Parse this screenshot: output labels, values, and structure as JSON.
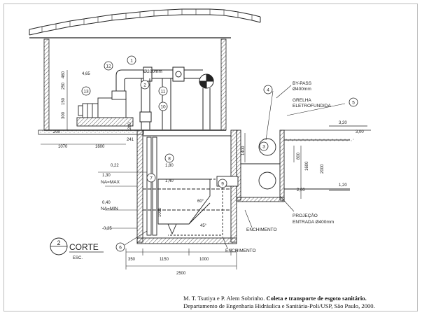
{
  "title": {
    "number": "2",
    "word": "CORTE",
    "sub": "ESC."
  },
  "labels": {
    "bypass": "BY-PASS",
    "bypass_dia": "Ø400mm",
    "grelha": "GRELHA",
    "eletrofundida": "ELETROFUNDIDA",
    "projecao": "PROJEÇÃO",
    "entrada": "ENTRADA Ø400mm",
    "enchimento1": "ENCHIMENTO",
    "enchimento2": "ENCHIMENTO",
    "pipe_dia": "Ø200mm",
    "na_max": "NA=MAX",
    "na_min": "NA=MIN"
  },
  "levels": {
    "l_130": "1,30",
    "l_040": "0,40",
    "l_m025": "-0,25",
    "l_320": "3,20",
    "l_300": "3,00",
    "l_120": "1,20",
    "l_022": "0,22",
    "l_180": "1,80",
    "l_140": "1,40",
    "l_200": "2,00"
  },
  "dims": {
    "d_1070": "1070",
    "d_1600": "1600",
    "d_200a": "200",
    "d_465": "4,65",
    "d_241": "241",
    "d_1400": "1400",
    "d_800": "800",
    "d_1600v": "1600",
    "d_2000": "2000",
    "d_350": "350",
    "d_1150": "1150",
    "d_1000": "1000",
    "d_2500": "2500",
    "d_60": "60°",
    "d_45": "45°",
    "d_200b": "200",
    "d_1000v": "1000",
    "d_250": "250",
    "d_150": "150",
    "d_300": "300",
    "d_460": "460"
  },
  "markers": [
    "1",
    "2",
    "3",
    "4",
    "5",
    "6",
    "7",
    "8",
    "9",
    "10",
    "11",
    "12",
    "13"
  ],
  "caption": {
    "authors": "M. T. Tsutiya e P. Alem Sobrinho. ",
    "book": "Coleta e transporte de esgoto sanitário.",
    "line2": "Departamento de Engenharia Hidráulica e Sanitária-Poli/USP, São Paulo, 2000."
  }
}
